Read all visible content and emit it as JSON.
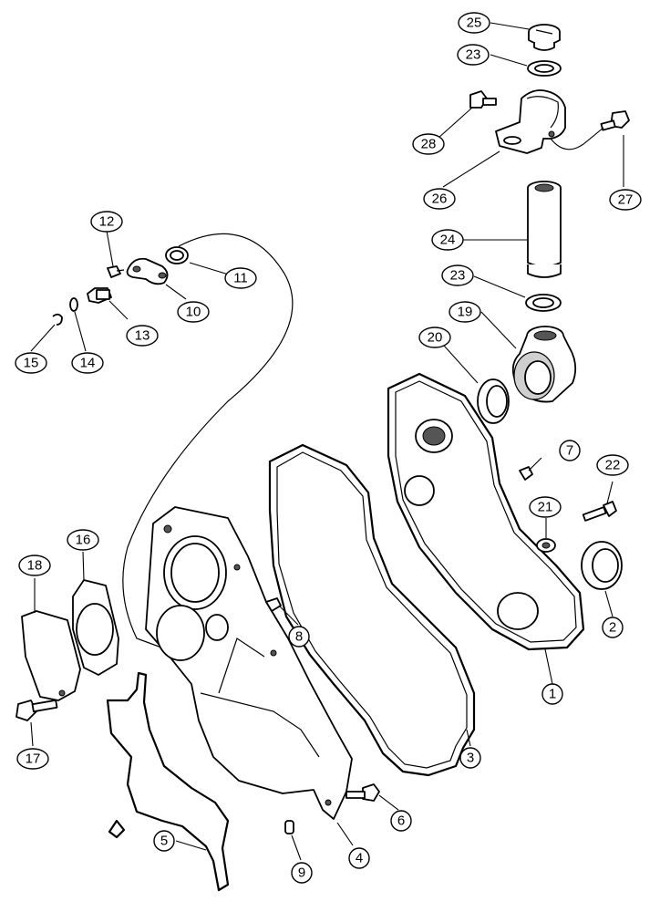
{
  "diagram": {
    "callouts": [
      {
        "id": "c1",
        "label": "1"
      },
      {
        "id": "c2",
        "label": "2"
      },
      {
        "id": "c3",
        "label": "3"
      },
      {
        "id": "c4",
        "label": "4"
      },
      {
        "id": "c5",
        "label": "5"
      },
      {
        "id": "c6",
        "label": "6"
      },
      {
        "id": "c7",
        "label": "7"
      },
      {
        "id": "c8",
        "label": "8"
      },
      {
        "id": "c9",
        "label": "9"
      },
      {
        "id": "c10",
        "label": "10"
      },
      {
        "id": "c11",
        "label": "11"
      },
      {
        "id": "c12",
        "label": "12"
      },
      {
        "id": "c13",
        "label": "13"
      },
      {
        "id": "c14",
        "label": "14"
      },
      {
        "id": "c15",
        "label": "15"
      },
      {
        "id": "c16",
        "label": "16"
      },
      {
        "id": "c17",
        "label": "17"
      },
      {
        "id": "c18",
        "label": "18"
      },
      {
        "id": "c19",
        "label": "19"
      },
      {
        "id": "c20",
        "label": "20"
      },
      {
        "id": "c21",
        "label": "21"
      },
      {
        "id": "c22",
        "label": "22"
      },
      {
        "id": "c23a",
        "label": "23"
      },
      {
        "id": "c23b",
        "label": "23"
      },
      {
        "id": "c24",
        "label": "24"
      },
      {
        "id": "c25",
        "label": "25"
      },
      {
        "id": "c26",
        "label": "26"
      },
      {
        "id": "c27",
        "label": "27"
      },
      {
        "id": "c28",
        "label": "28"
      }
    ]
  }
}
